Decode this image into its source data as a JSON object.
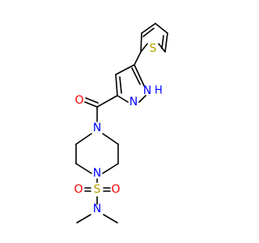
{
  "molecule": {
    "atoms": {
      "o_carbonyl": "O",
      "n_pyrazole_2": "N",
      "nh_pyrazole_n": "N",
      "nh_pyrazole_h": "H",
      "s_thiophene": "S",
      "n_piperazine_top": "N",
      "n_piperazine_bottom": "N",
      "s_sulfonyl": "S",
      "o_sulfonyl_left": "O",
      "o_sulfonyl_right": "O",
      "n_dimethyl": "N"
    },
    "colors": {
      "bond": "#000000",
      "oxygen": "#ff0000",
      "nitrogen": "#0000ff",
      "sulfur": "#b8a000",
      "carbon": "#000000"
    }
  }
}
